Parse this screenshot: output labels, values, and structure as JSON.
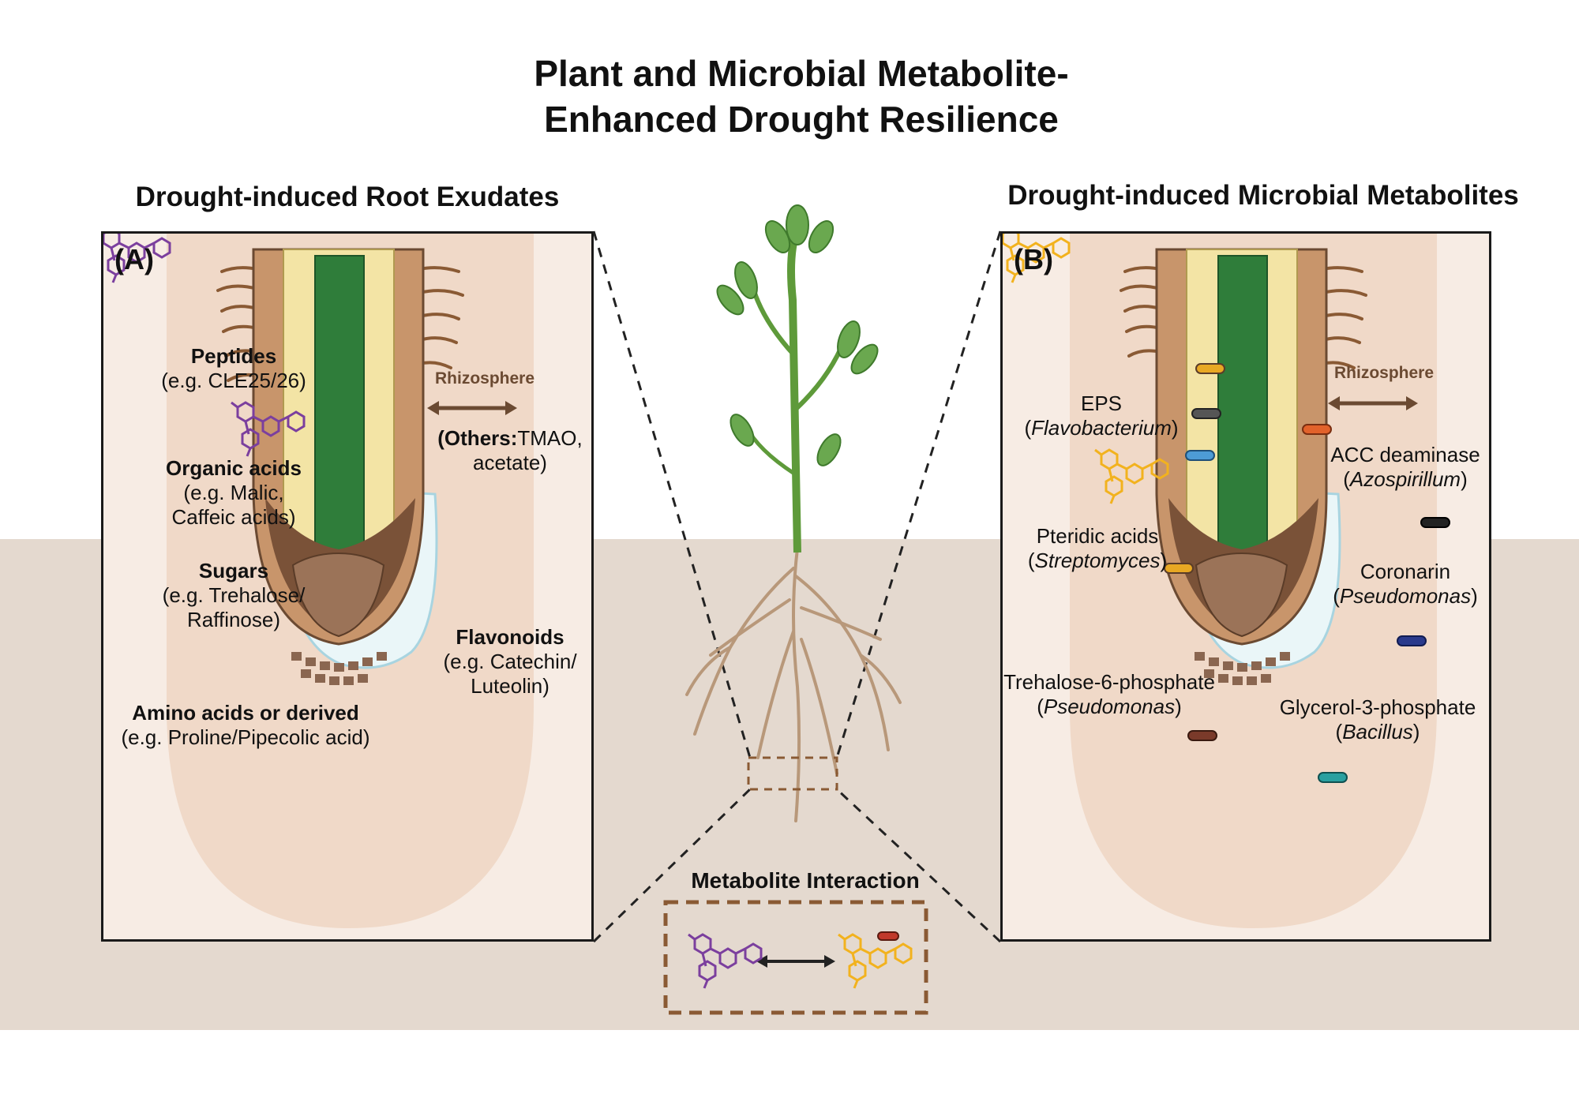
{
  "title_line1": "Plant and Microbial Metabolite-",
  "title_line2": "Enhanced Drought Resilience",
  "panel_a": {
    "heading": "Drought-induced Root Exudates",
    "label": "(A)",
    "rhizosphere": "Rhizosphere",
    "peptides": {
      "name": "Peptides",
      "example": "(e.g. CLE25/26)"
    },
    "organic_acids": {
      "name": "Organic acids",
      "ex1": "(e.g. Malic,",
      "ex2": "Caffeic acids)"
    },
    "sugars": {
      "name": "Sugars",
      "ex1": "(e.g. Trehalose/",
      "ex2": "Raffinose)"
    },
    "amino_acids": {
      "name": "Amino acids or derived",
      "example": "(e.g. Proline/Pipecolic acid)"
    },
    "others": {
      "name": "(Others:",
      "ex1": "TMAO,",
      "ex2": "acetate)"
    },
    "flavonoids": {
      "name": "Flavonoids",
      "ex1": "(e.g. Catechin/",
      "ex2": "Luteolin)"
    }
  },
  "panel_b": {
    "heading": "Drought-induced Microbial Metabolites",
    "label": "(B)",
    "rhizosphere": "Rhizosphere",
    "eps": {
      "name": "EPS",
      "org": "Flavobacterium"
    },
    "acc": {
      "name": "ACC deaminase",
      "org": "Azospirillum"
    },
    "pteridic": {
      "name": "Pteridic acids",
      "org": "Streptomyces"
    },
    "coronarin": {
      "name": "Coronarin",
      "org": "Pseudomonas"
    },
    "t6p": {
      "name": "Trehalose-6-phosphate",
      "org": "Pseudomonas"
    },
    "g3p": {
      "name": "Glycerol-3-phosphate",
      "org": "Bacillus"
    }
  },
  "interaction": {
    "title": "Metabolite Interaction"
  },
  "colors": {
    "exudate_molecule": "#7b3f9e",
    "microbial_molecule": "#f2b21e",
    "stele": "#2f7d3a",
    "cortex": "#c8956b",
    "soil": "#e4d9cf",
    "panel_bg": "#f7ece4"
  }
}
